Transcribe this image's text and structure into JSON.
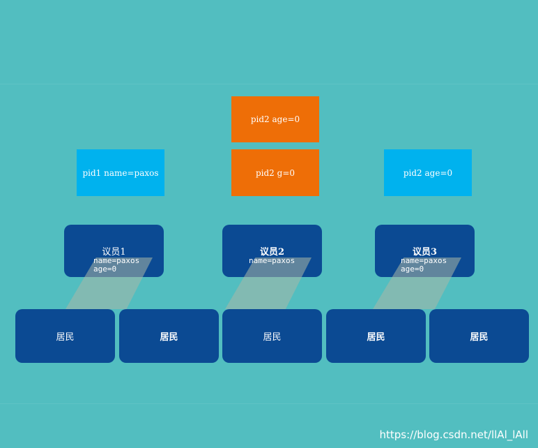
{
  "proposals": {
    "pid2_age_top": "pid2 age=0",
    "pid1_name": "pid1 name=paxos",
    "pid2_g": "pid2 g=0",
    "pid2_age_right": "pid2 age=0"
  },
  "members": [
    {
      "label": "议员1",
      "info": "name=paxos\nage=0"
    },
    {
      "label": "议员2",
      "info": "name=paxos"
    },
    {
      "label": "议员3",
      "info": "name=paxos\nage=0"
    }
  ],
  "residents": [
    "居民",
    "居民",
    "居民",
    "居民",
    "居民"
  ],
  "watermark": "https://blog.csdn.net/llAl_lAll",
  "colors": {
    "background": "#52bec0",
    "orange": "#ee6e07",
    "cyan": "#00b2ee",
    "navy": "#0b4a93"
  }
}
